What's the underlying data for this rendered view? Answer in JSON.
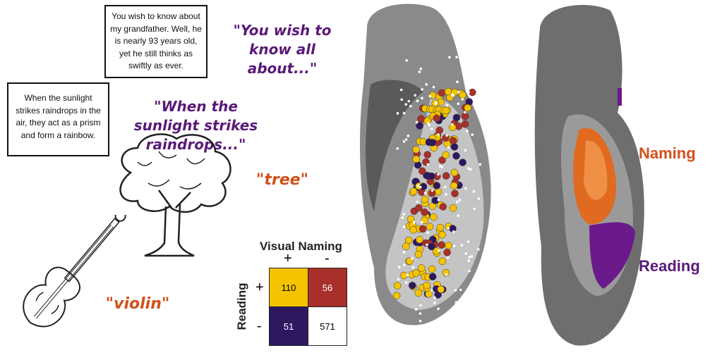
{
  "stimuli": {
    "sentence1": "You wish to know about my grandfather. Well, he is nearly 93 years old, yet he still thinks as swiftly as ever.",
    "sentence2": "When the sunlight strikes raindrops in the air, they act as a prism and form a rainbow.",
    "quote1": "\"You wish to know all about...\"",
    "quote2": "\"When the sunlight strikes raindrops...\"",
    "tree_label": "\"tree\"",
    "violin_label": "\"violin\""
  },
  "matrix": {
    "col_title": "Visual Naming",
    "row_title": "Reading",
    "col_plus": "+",
    "col_minus": "-",
    "row_plus": "+",
    "row_minus": "-",
    "cells": {
      "pp": "110",
      "pm": "56",
      "mp": "51",
      "mm": "571"
    }
  },
  "brain_labels": {
    "naming": "Naming",
    "reading": "Reading"
  },
  "colors": {
    "both": "#f5c400",
    "reading_only": "#a8302a",
    "naming_only": "#2e1860",
    "neither": "#ffffff",
    "purple": "#5a1a78",
    "orange": "#d2501a"
  }
}
